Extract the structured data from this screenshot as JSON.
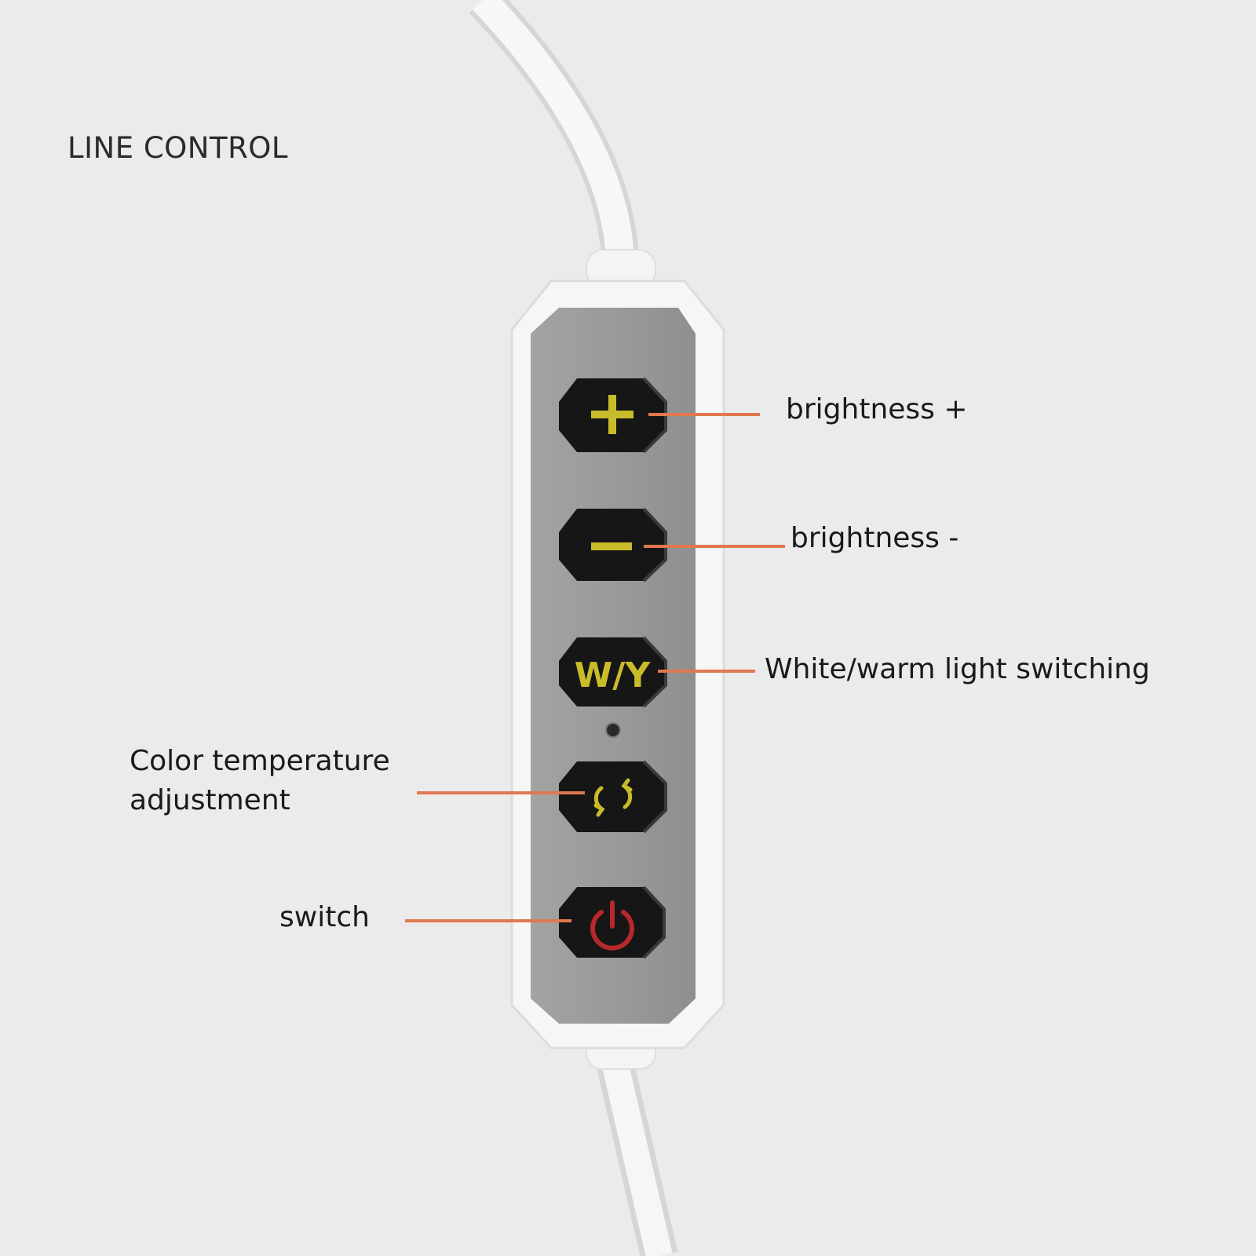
{
  "title": "LINE CONTROL",
  "buttons": {
    "plus": {
      "glyph": "+",
      "label": "brightness +",
      "icon": "plus-icon"
    },
    "minus": {
      "glyph": "−",
      "label": "brightness -",
      "icon": "minus-icon"
    },
    "wy": {
      "glyph": "W/Y",
      "label": "White/warm light switching",
      "icon": "wy-text-icon"
    },
    "color": {
      "label_line1": "Color temperature",
      "label_line2": "adjustment",
      "icon": "cycle-arrows-icon"
    },
    "power": {
      "label": "switch",
      "icon": "power-icon"
    }
  },
  "colors": {
    "background": "#ebebeb",
    "housing": "#f6f6f6",
    "panel": "#9c9c9c",
    "button": "#161616",
    "symbol_yellow": "#c9bc2a",
    "power_red": "#b8282a",
    "leader_line": "#e07850"
  }
}
